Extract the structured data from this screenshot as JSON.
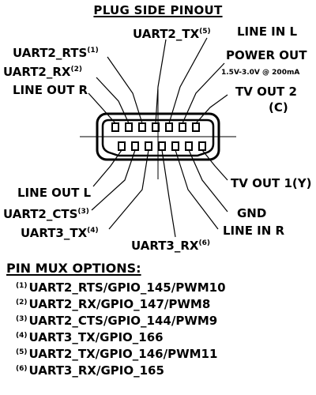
{
  "title": "PLUG SIDE PINOUT",
  "labels": {
    "uart2_tx": {
      "text": "UART2_TX",
      "ref": "(5)"
    },
    "line_in_l": {
      "text": "LINE IN L"
    },
    "uart2_rts": {
      "text": "UART2_RTS",
      "ref": "(1)"
    },
    "power_out": {
      "text": "POWER OUT",
      "sub": "1.5V-3.0V @ 200mA"
    },
    "uart2_rx": {
      "text": "UART2_RX",
      "ref": "(2)"
    },
    "line_out_r": {
      "text": "LINE OUT R"
    },
    "tv_out_2": {
      "text": "TV OUT 2",
      "sub": "(C)"
    },
    "tv_out_1": {
      "text": "TV OUT 1(Y)"
    },
    "line_out_l": {
      "text": "LINE OUT L"
    },
    "uart2_cts": {
      "text": "UART2_CTS",
      "ref": "(3)"
    },
    "gnd": {
      "text": "GND"
    },
    "uart3_tx": {
      "text": "UART3_TX",
      "ref": "(4)"
    },
    "line_in_r": {
      "text": "LINE IN R"
    },
    "uart3_rx": {
      "text": "UART3_RX",
      "ref": "(6)"
    }
  },
  "mux": {
    "heading": "PIN MUX OPTIONS:",
    "items": [
      {
        "ref": "(1)",
        "text": "UART2_RTS/GPIO_145/PWM10"
      },
      {
        "ref": "(2)",
        "text": "UART2_RX/GPIO_147/PWM8"
      },
      {
        "ref": "(3)",
        "text": "UART2_CTS/GPIO_144/PWM9"
      },
      {
        "ref": "(4)",
        "text": "UART3_TX/GPIO_166"
      },
      {
        "ref": "(5)",
        "text": "UART2_TX/GPIO_146/PWM11"
      },
      {
        "ref": "(6)",
        "text": "UART3_RX/GPIO_165"
      }
    ]
  }
}
